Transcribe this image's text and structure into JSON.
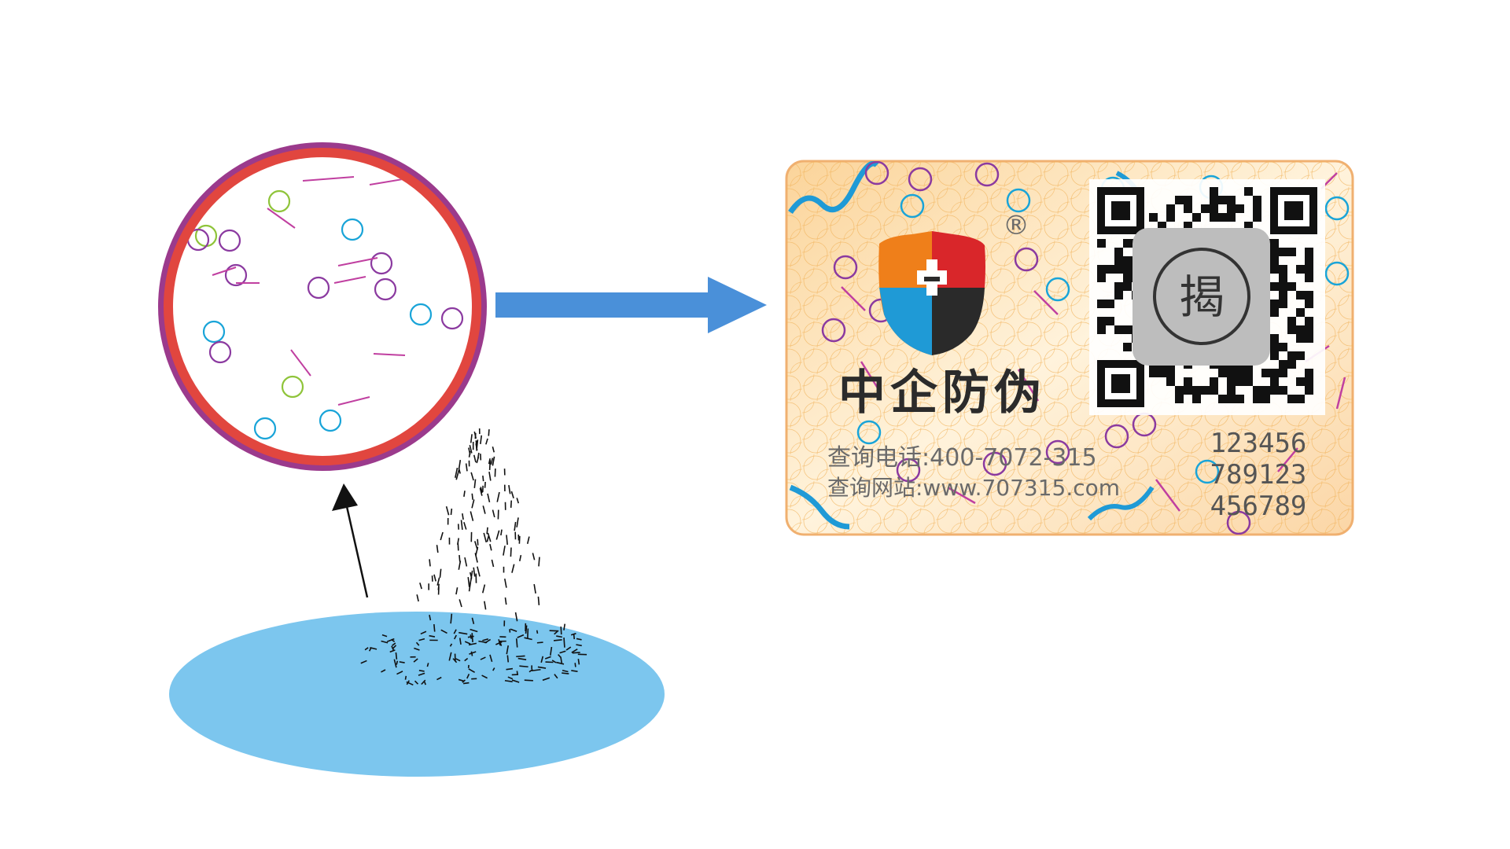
{
  "colors": {
    "fiber_pink": "#c03fa0",
    "fiber_cyan": "#19a4d8",
    "fiber_green": "#8fc43a",
    "fiber_purple": "#8b3aa0",
    "ring_red": "#e1463f",
    "ring_outer": "#4a3a8c",
    "pool_blue": "#7cc6ee",
    "arrow_blue": "#4a90d9",
    "label_orange": "#f5a94b",
    "shield_orange": "#ef7f1a",
    "shield_red": "#d9262a",
    "shield_blue": "#1f9ad6",
    "shield_black": "#2a2a2a",
    "scratch_gray": "#bdbdbd"
  },
  "label": {
    "registered_mark": "®",
    "brand_name": "中企防伪",
    "phone_line": "查询电话:400-7072-315",
    "website_line": "查询网站:www.707315.com",
    "scratch_char": "揭",
    "serial_lines": [
      "123456",
      "789123",
      "456789"
    ]
  },
  "icons": {
    "magnifier": "magnified-fiber-circle-icon",
    "pool": "fiber-pool-icon",
    "shield": "shield-logo-icon",
    "qr": "qr-code-icon"
  }
}
